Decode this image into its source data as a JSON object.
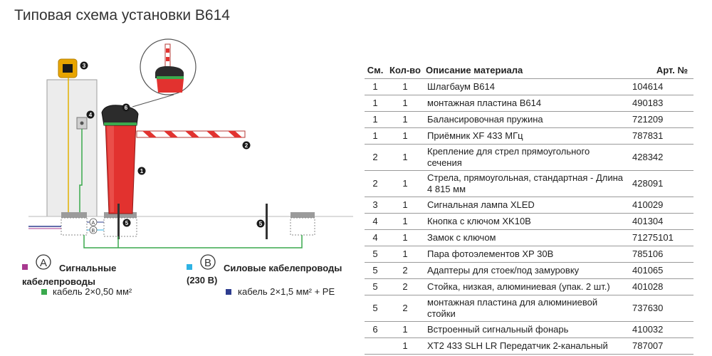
{
  "title": "Типовая схема установки B614",
  "callouts": [
    "1",
    "2",
    "3",
    "4",
    "5",
    "6"
  ],
  "legend": {
    "a_letter": "A",
    "a_title_line1": "Сигнальные",
    "a_title_line2": "кабелепроводы",
    "a_cable": "кабель 2×0,50 мм²",
    "b_letter": "B",
    "b_title": "Силовые кабелепроводы",
    "b_voltage": "(230 В)",
    "b_cable": "кабель 2×1,5 мм² + PE",
    "colors": {
      "a_marker": "#a8398f",
      "a_cable": "#3aa94d",
      "b_marker": "#2fb3e4",
      "b_cable": "#2e3d8f"
    }
  },
  "table": {
    "headers": [
      "См.",
      "Кол-во",
      "Описание материала",
      "Арт. №"
    ],
    "rows": [
      {
        "sm": "1",
        "qty": "1",
        "desc": "Шлагбаум B614",
        "art": "104614"
      },
      {
        "sm": "1",
        "qty": "1",
        "desc": "монтажная пластина B614",
        "art": "490183"
      },
      {
        "sm": "1",
        "qty": "1",
        "desc": "Балансировочная пружина",
        "art": "721209"
      },
      {
        "sm": "1",
        "qty": "1",
        "desc": "Приёмник XF 433 МГц",
        "art": "787831"
      },
      {
        "sm": "2",
        "qty": "1",
        "desc": "Крепление для стрел прямоугольного сечения",
        "art": "428342"
      },
      {
        "sm": "2",
        "qty": "1",
        "desc": "Стрела, прямоугольная, стандартная - Длина 4 815 мм",
        "art": "428091"
      },
      {
        "sm": "3",
        "qty": "1",
        "desc": "Сигнальная лампа XLED",
        "art": "410029"
      },
      {
        "sm": "4",
        "qty": "1",
        "desc": "Кнопка с ключом XK10B",
        "art": "401304"
      },
      {
        "sm": "4",
        "qty": "1",
        "desc": "Замок с ключом",
        "art": "71275101"
      },
      {
        "sm": "5",
        "qty": "1",
        "desc": "Пара фотоэлементов XP 30B",
        "art": "785106"
      },
      {
        "sm": "5",
        "qty": "2",
        "desc": "Адаптеры для стоек/под замуровку",
        "art": "401065"
      },
      {
        "sm": "5",
        "qty": "2",
        "desc": "Стойка, низкая, алюминиевая (упак. 2 шт.)",
        "art": "401028"
      },
      {
        "sm": "5",
        "qty": "2",
        "desc": "монтажная пластина для алюминиевой стойки",
        "art": "737630"
      },
      {
        "sm": "6",
        "qty": "1",
        "desc": "Встроенный сигнальный фонарь",
        "art": "410032"
      },
      {
        "sm": "",
        "qty": "1",
        "desc": "XT2 433 SLH LR Передатчик 2-канальный",
        "art": "787007"
      }
    ]
  }
}
